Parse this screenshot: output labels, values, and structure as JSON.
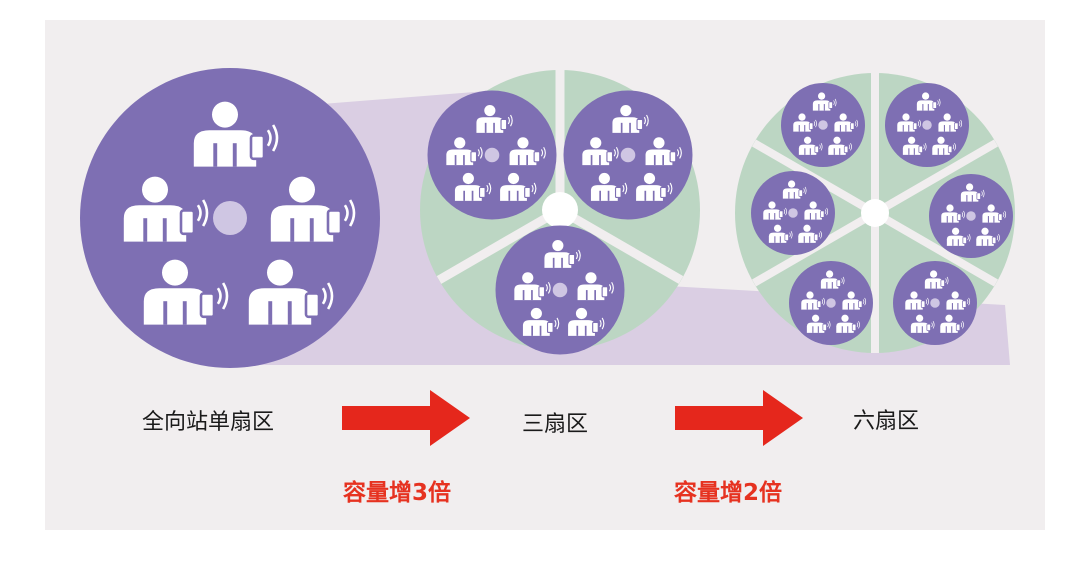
{
  "labels": {
    "single": "全向站单扇区",
    "three": "三扇区",
    "six": "六扇区"
  },
  "gains": {
    "first": "容量增3倍",
    "second": "容量增2倍"
  },
  "colors": {
    "background": "#f1eeef",
    "cell": "#7e6fb3",
    "sector": "#bcd6c3",
    "beam": "#c7b4d8",
    "arrow": "#e5271c",
    "gain_text": "#e63220"
  },
  "icons": [
    "user-with-phone-icon",
    "base-station-icon",
    "signal-wave-icon",
    "arrow-right-icon"
  ]
}
